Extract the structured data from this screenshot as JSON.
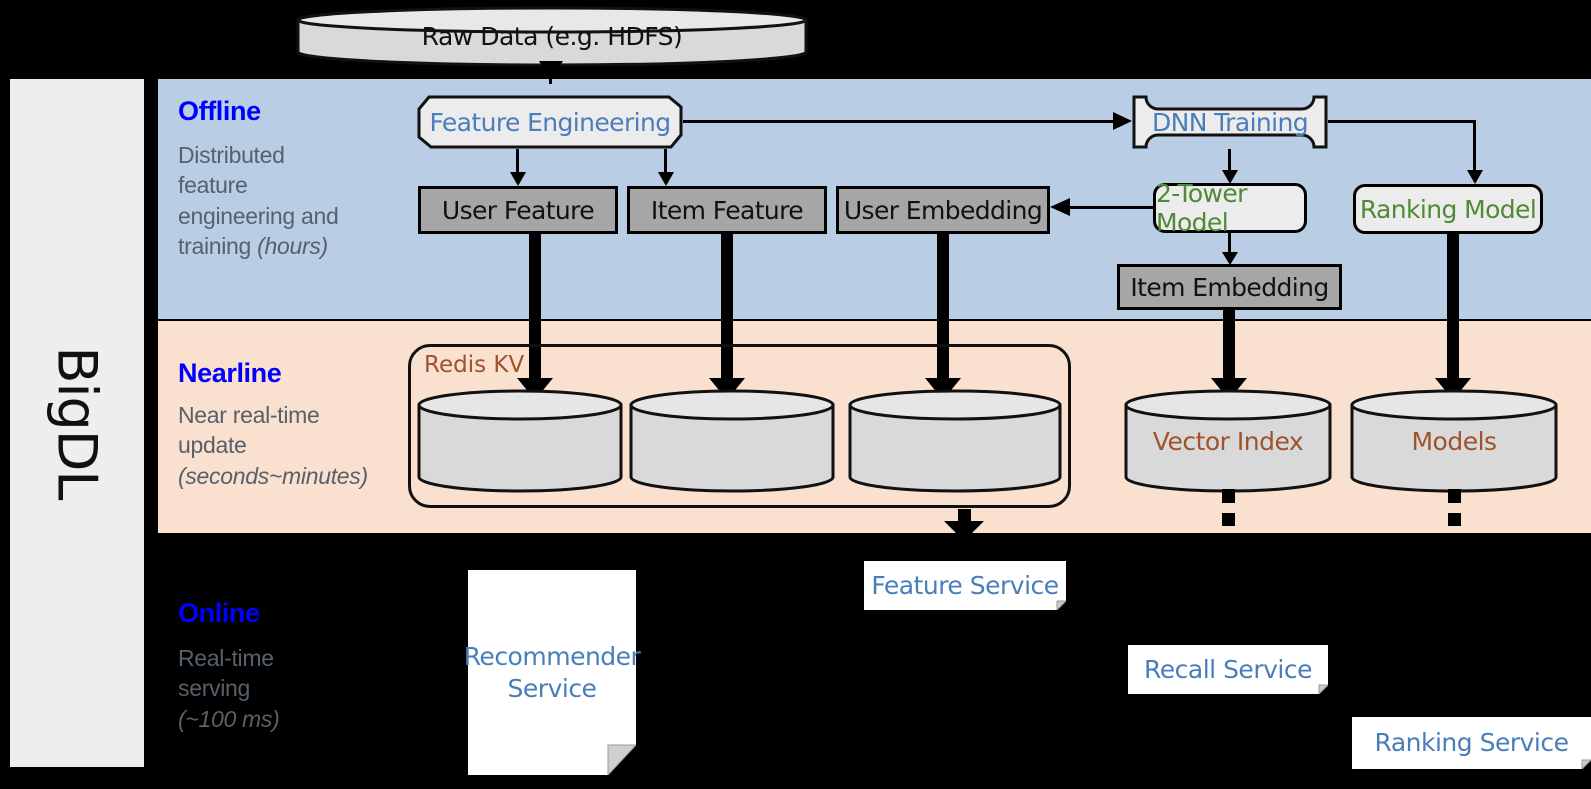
{
  "diagram": {
    "framework_label": "BigDL",
    "bands": [
      {
        "id": "offline",
        "title": "Offline",
        "subtitle_lines": [
          "Distributed",
          "feature",
          "engineering and",
          "training "
        ],
        "subtitle_italic": "(hours)",
        "bg_color": "#b9cde5",
        "title_color": "#0000ff"
      },
      {
        "id": "nearline",
        "title": "Nearline",
        "subtitle_lines": [
          "Near real-time",
          "update",
          ""
        ],
        "subtitle_italic": "(seconds~minutes)",
        "bg_color": "#fae0cf",
        "title_color": "#0000ff"
      },
      {
        "id": "online",
        "title": "Online",
        "subtitle_lines": [
          "Real-time",
          "serving",
          ""
        ],
        "subtitle_italic": "(~100 ms)",
        "bg_color": "#000000",
        "title_color": "#0000ff"
      }
    ],
    "nodes": {
      "raw_data": "Raw Data (e.g. HDFS)",
      "feature_engineering": "Feature Engineering",
      "dnn_training": "DNN Training",
      "user_feature": "User Feature",
      "item_feature": "Item Feature",
      "user_embedding": "User Embedding",
      "two_tower_model": "2-Tower Model",
      "ranking_model": "Ranking Model",
      "item_embedding": "Item Embedding",
      "redis_kv": "Redis KV",
      "vector_index": "Vector Index",
      "models": "Models",
      "recommender_service_line1": "Recommender",
      "recommender_service_line2": "Service",
      "feature_service": "Feature Service",
      "recall_service": "Recall Service",
      "ranking_service": "Ranking Service"
    },
    "colors": {
      "accent_blue_text": "#4a7ebb",
      "accent_green_text": "#4f8a35",
      "redis_brown": "#a0522d",
      "band_title_blue": "#0000ff",
      "gray_box": "#a6a6a6",
      "light_box": "#ececec",
      "cylinder_fill": "#d9d9d9",
      "rail_gray": "#eeeeee"
    }
  }
}
